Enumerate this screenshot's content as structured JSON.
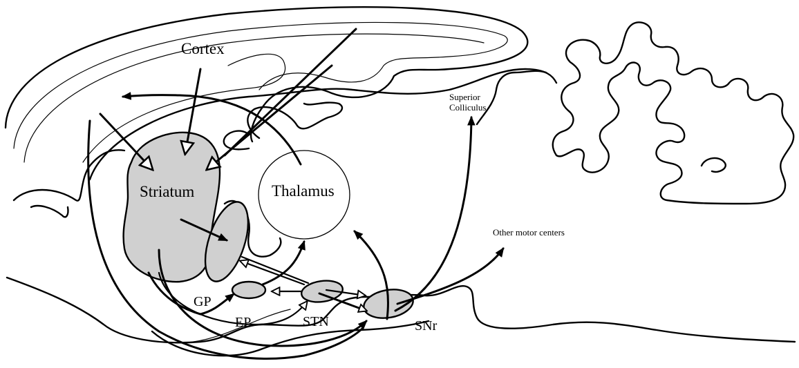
{
  "labels": {
    "cortex": "Cortex",
    "striatum": "Striatum",
    "thalamus": "Thalamus",
    "superior_colliculus_line1": "Superior",
    "superior_colliculus_line2": "Colliculus",
    "other_motor_centers": "Other motor centers",
    "gp": "GP",
    "ep": "EP",
    "stn": "STN",
    "snr": "SNr"
  },
  "colors": {
    "nucleus_fill": "#d0d0d0",
    "stroke": "#000000",
    "background": "#ffffff"
  }
}
